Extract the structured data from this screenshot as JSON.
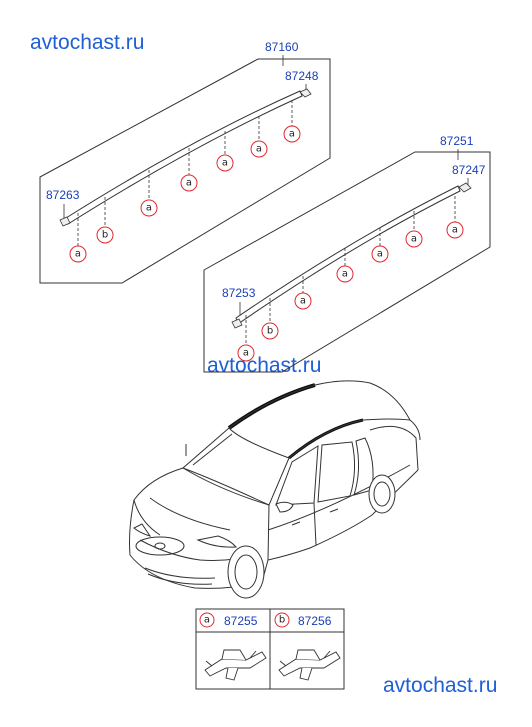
{
  "watermark": "avtochast.ru",
  "colors": {
    "watermark": "#1f5fd6",
    "part_number": "#1a3fb5",
    "callout": "#e0282e",
    "line": "#333333"
  },
  "upper_assembly": {
    "part_number": "87160",
    "end_cap_front": "87248",
    "end_cap_rear": "87263"
  },
  "lower_assembly": {
    "part_number": "87251",
    "end_cap_front": "87247",
    "end_cap_rear": "87253"
  },
  "callout_letters": {
    "a": "a",
    "b": "b"
  },
  "legend": [
    {
      "letter": "a",
      "part_number": "87255"
    },
    {
      "letter": "b",
      "part_number": "87256"
    }
  ]
}
